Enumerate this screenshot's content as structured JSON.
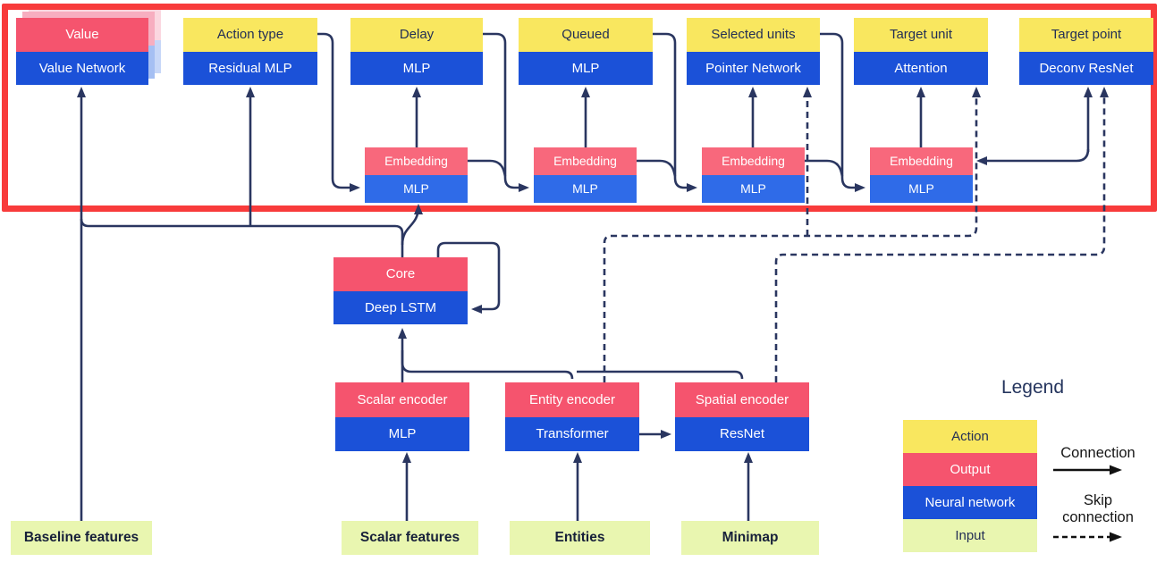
{
  "colors": {
    "red_border": "#F83B3B",
    "action_yellow": "#F9E75F",
    "output_pink": "#F5546E",
    "embedding_pink": "#F8687C",
    "network_blue": "#1B51D8",
    "mlp_blue": "#2F6BE8",
    "input_green": "#E9F6B0",
    "wire_navy": "#2A3660"
  },
  "heads": [
    {
      "action": "Value",
      "network": "Value Network"
    },
    {
      "action": "Action type",
      "network": "Residual MLP"
    },
    {
      "action": "Delay",
      "network": "MLP"
    },
    {
      "action": "Queued",
      "network": "MLP"
    },
    {
      "action": "Selected units",
      "network": "Pointer Network"
    },
    {
      "action": "Target unit",
      "network": "Attention"
    },
    {
      "action": "Target point",
      "network": "Deconv ResNet"
    }
  ],
  "embeddings": [
    {
      "top": "Embedding",
      "bottom": "MLP"
    },
    {
      "top": "Embedding",
      "bottom": "MLP"
    },
    {
      "top": "Embedding",
      "bottom": "MLP"
    },
    {
      "top": "Embedding",
      "bottom": "MLP"
    }
  ],
  "core": {
    "top": "Core",
    "bottom": "Deep LSTM"
  },
  "encoders": [
    {
      "top": "Scalar encoder",
      "bottom": "MLP"
    },
    {
      "top": "Entity encoder",
      "bottom": "Transformer"
    },
    {
      "top": "Spatial encoder",
      "bottom": "ResNet"
    }
  ],
  "inputs": [
    {
      "label": "Baseline features"
    },
    {
      "label": "Scalar features"
    },
    {
      "label": "Entities"
    },
    {
      "label": "Minimap"
    }
  ],
  "legend": {
    "title": "Legend",
    "items": [
      {
        "label": "Action"
      },
      {
        "label": "Output"
      },
      {
        "label": "Neural network"
      },
      {
        "label": "Input"
      }
    ],
    "connection": "Connection",
    "skip": "Skip connection"
  }
}
